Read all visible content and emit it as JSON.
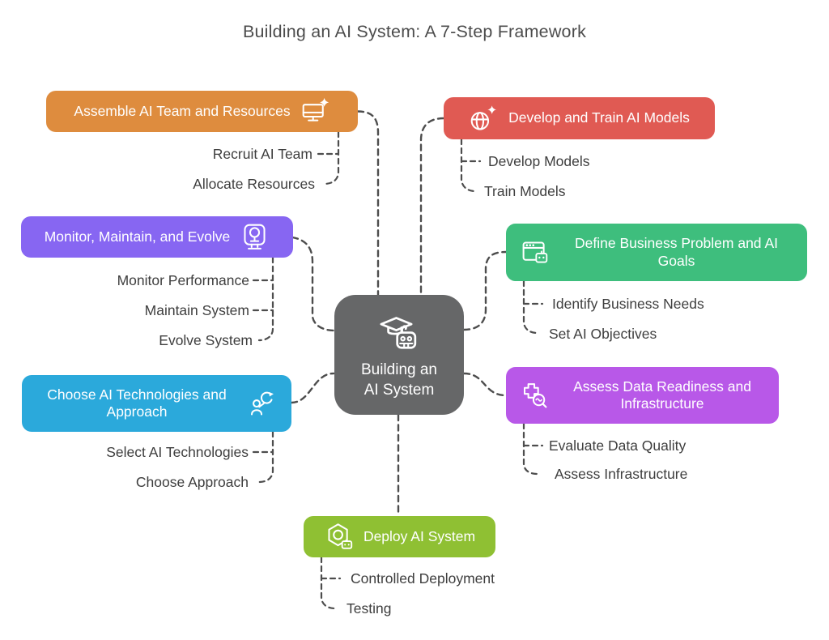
{
  "title": "Building an AI System: A 7-Step Framework",
  "connector_color": "#4d4d4d",
  "center": {
    "label": "Building an AI System",
    "color": "#666768",
    "icon": "graduation-cap-robot-icon"
  },
  "branches": [
    {
      "label": "Assemble AI Team and Resources",
      "color": "#DE8C3E",
      "icon": "monitor-sparkle-icon",
      "children": [
        "Recruit AI Team",
        "Allocate Resources"
      ]
    },
    {
      "label": "Monitor, Maintain, and Evolve",
      "color": "#8766F2",
      "icon": "monitor-webcam-icon",
      "children": [
        "Monitor Performance",
        "Maintain System",
        "Evolve System"
      ]
    },
    {
      "label": "Choose AI Technologies and Approach",
      "color": "#2BA9DB",
      "icon": "person-refresh-icon",
      "children": [
        "Select AI Technologies",
        "Choose Approach"
      ]
    },
    {
      "label": "Develop and Train AI Models",
      "color": "#E05A53",
      "icon": "globe-sparkle-icon",
      "children": [
        "Develop Models",
        "Train Models"
      ]
    },
    {
      "label": "Define Business Problem and AI Goals",
      "color": "#3EBE7D",
      "icon": "browser-robot-icon",
      "children": [
        "Identify Business Needs",
        "Set AI Objectives"
      ]
    },
    {
      "label": "Assess Data Readiness and Infrastructure",
      "color": "#B858E8",
      "icon": "puzzle-magnifier-icon",
      "children": [
        "Evaluate Data Quality",
        "Assess Infrastructure"
      ]
    },
    {
      "label": "Deploy AI System",
      "color": "#8FC033",
      "icon": "hexnut-robot-icon",
      "children": [
        "Controlled Deployment",
        "Testing"
      ]
    }
  ]
}
